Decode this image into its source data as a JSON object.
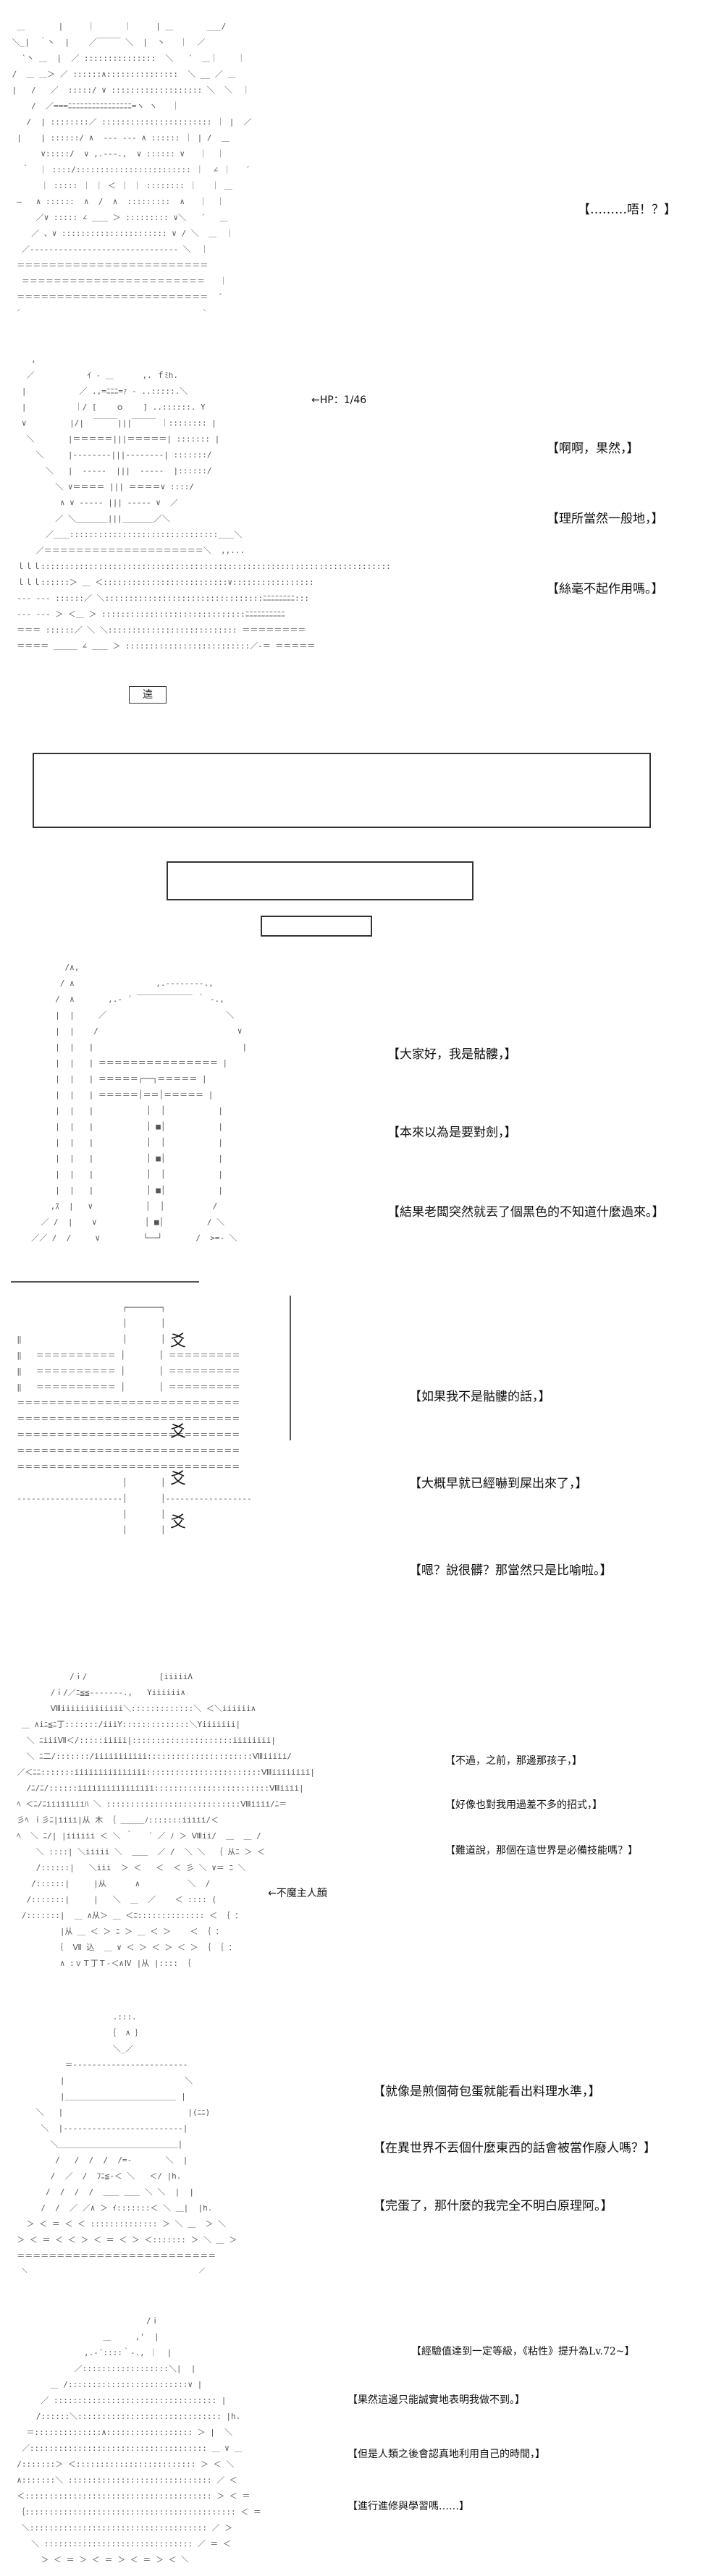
{
  "panels": [
    {
      "dialogue": [
        "【………唔！？】"
      ]
    },
    {
      "hp_label": "←HP：1/46",
      "sign_text": "逵",
      "dialogue": [
        "【啊啊，果然，】",
        "【理所當然一般地，】",
        "【絲毫不起作用嗎。】"
      ]
    },
    {
      "dialogue": [
        "【大家好，我是骷髏，】",
        "【本來以為是要對劍，】",
        "【結果老闆突然就丟了個黑色的不知道什麼過來。】"
      ]
    },
    {
      "figure_chars": [
        "爻",
        "爻",
        "爻",
        "爻"
      ],
      "dialogue": [
        "【如果我不是骷髏的話，】",
        "【大概早就已經嚇到屎出來了，】",
        "【嗯？說很髒？那當然只是比喻啦。】"
      ]
    },
    {
      "side_note": "←不魔主人顏",
      "dialogue": [
        "【不過，之前，那邊那孩子，】",
        "【好像也對我用過差不多的招式，】",
        "【難道說，那個在這世界是必備技能嗎？】"
      ]
    },
    {
      "dialogue": [
        "【就像是煎個荷包蛋就能看出料理水準，】",
        "【在異世界不丟個什麼東西的話會被當作廢人嗎？】",
        "【完蛋了，那什麼的我完全不明白原理阿。】"
      ]
    },
    {
      "dialogue": [
        "【經驗值達到一定等級，《粘性》提升為Lv.72~】",
        "【果然這邊只能誠實地表明我做不到。】",
        "【但是人類之後會認真地利用自己的時間，】",
        "【進行進修與學習嗎……】"
      ]
    }
  ]
}
